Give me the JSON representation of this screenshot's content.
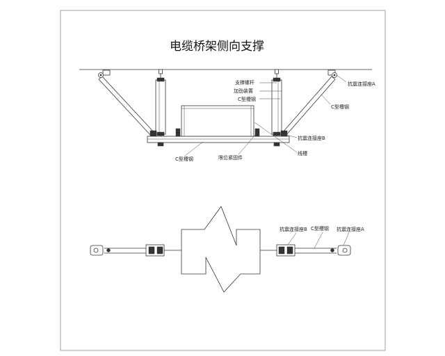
{
  "title": "电缆桥架侧向支撑",
  "elevation": {
    "labels": {
      "support_rod": "支撑螺杆",
      "reinforcement": "加劲装置",
      "c_channel_top": "C型槽钢",
      "seat_a": "抗震连接座A",
      "c_channel_right": "C型槽钢",
      "seat_b": "抗震连接座B",
      "cable_tray": "线槽",
      "c_channel_bottom": "C型槽钢",
      "limit_fastener": "限位紧固件"
    }
  },
  "plan": {
    "labels": {
      "seat_b": "抗震连接座B",
      "c_channel": "C型槽钢",
      "seat_a": "抗震连接座A"
    }
  }
}
